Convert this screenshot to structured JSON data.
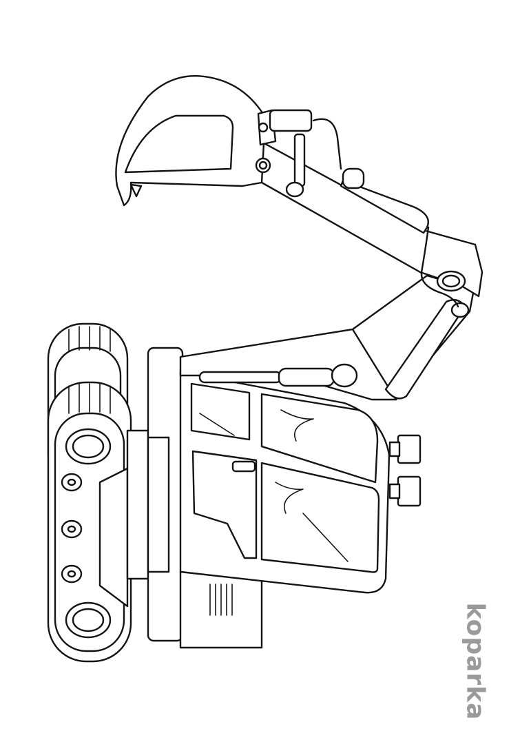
{
  "caption": {
    "text": "koparka",
    "color": "#9a9a9a"
  },
  "illustration": {
    "subject": "excavator",
    "style": "black outline coloring page",
    "line_color": "#141414",
    "background": "#ffffff"
  }
}
